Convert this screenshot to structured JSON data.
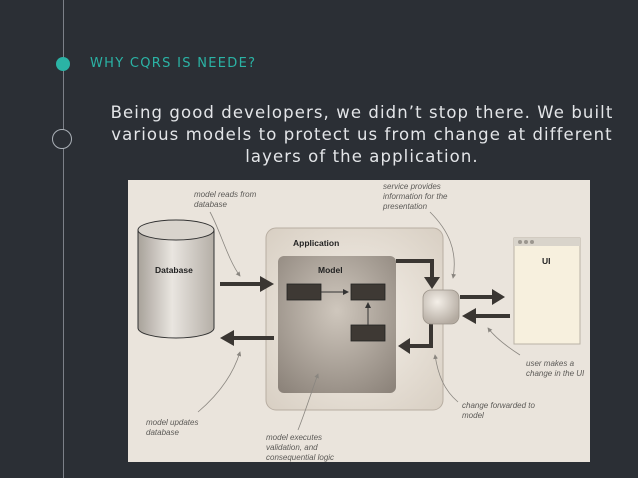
{
  "slide": {
    "heading": "WHY CQRS IS NEEDE?",
    "body": "Being good developers, we didn’t stop there.  We built various models to protect us from change at different layers of the application."
  },
  "diagram": {
    "database_label": "Database",
    "application_label": "Application",
    "model_label": "Model",
    "ui_label": "UI",
    "notes": {
      "reads": [
        "model reads from",
        "database"
      ],
      "service": [
        "service provides",
        "information for the",
        "presentation"
      ],
      "updates": [
        "model updates",
        "database"
      ],
      "executes": [
        "model executes",
        "validation, and",
        "consequential logic"
      ],
      "user": [
        "user makes a",
        "change in the UI"
      ],
      "forwarded": [
        "change forwarded to",
        "model"
      ]
    }
  },
  "colors": {
    "accent": "#2bb3a5",
    "background": "#2b2f35",
    "diagram_bg": "#eae4dc"
  }
}
